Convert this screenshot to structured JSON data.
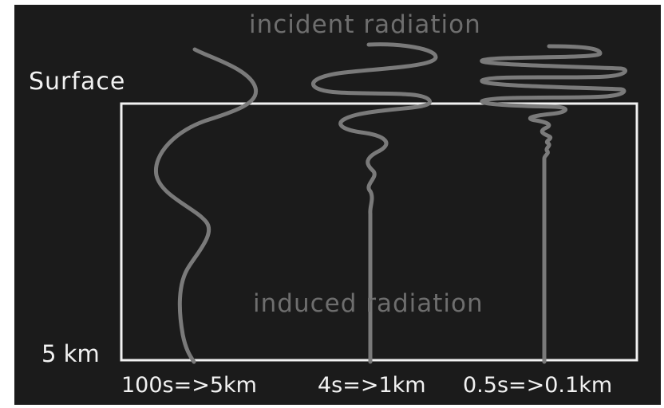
{
  "labels": {
    "incident": "incident radiation",
    "surface": "Surface",
    "depth": "5 km",
    "induced": "induced radiation"
  },
  "periods": [
    {
      "label": "100s=>5km"
    },
    {
      "label": "4s=>1km"
    },
    {
      "label": "0.5s=>0.1km"
    }
  ],
  "colors": {
    "background": "#1b1b1b",
    "box": "#f2f2f2",
    "wave": "#7a7a7a",
    "text": "#f2f2f2",
    "muted_text": "#6e6e6e"
  }
}
